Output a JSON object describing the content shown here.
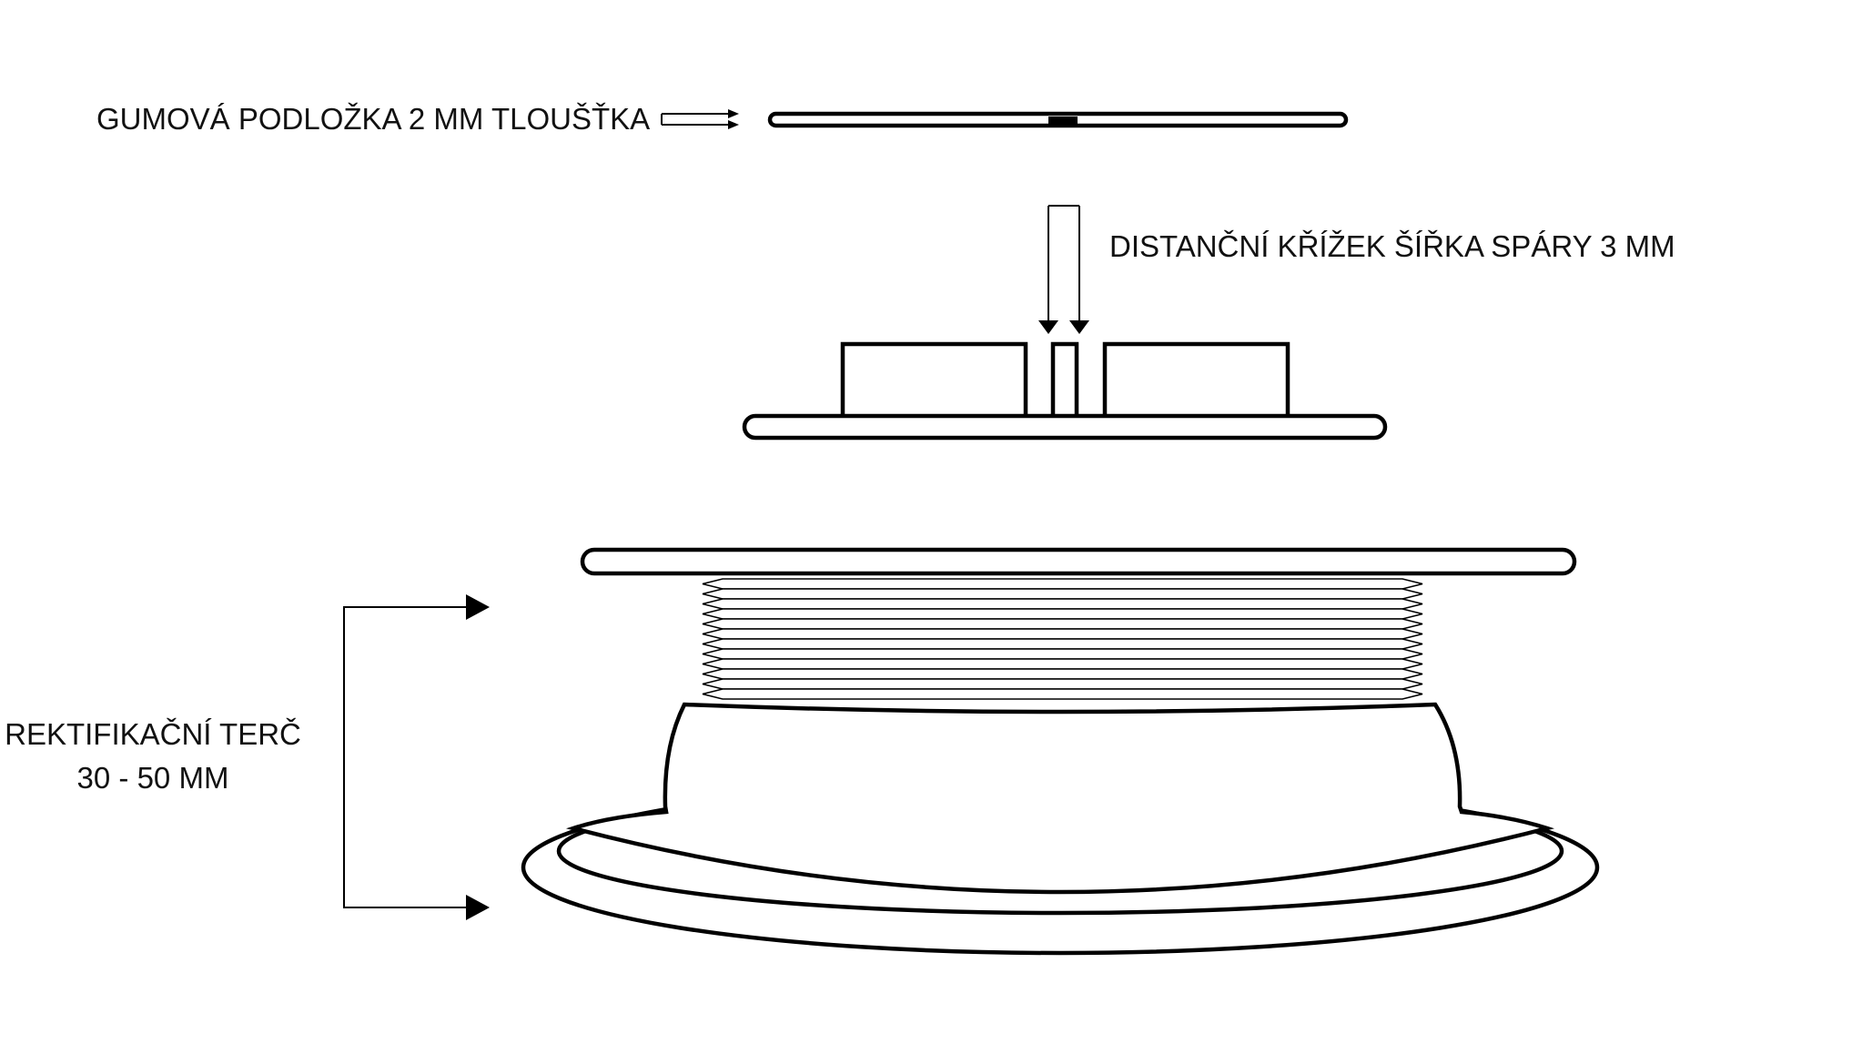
{
  "labels": {
    "rubber_pad": "GUMOVÁ PODLOŽKA  2 MM TLOUŠŤKA",
    "spacer": "DISTANČNÍ KŘÍŽEK ŠÍŘKA SPÁRY 3 MM",
    "leveling_line1": "REKTIFIKAČNÍ TERČ",
    "leveling_line2": "30 - 50 MM"
  },
  "colors": {
    "line": "#000000",
    "background": "#ffffff",
    "text": "#111111"
  },
  "icons": [
    "double-arrow-right-icon",
    "double-arrow-down-icon",
    "bracket-arrow-icon"
  ]
}
